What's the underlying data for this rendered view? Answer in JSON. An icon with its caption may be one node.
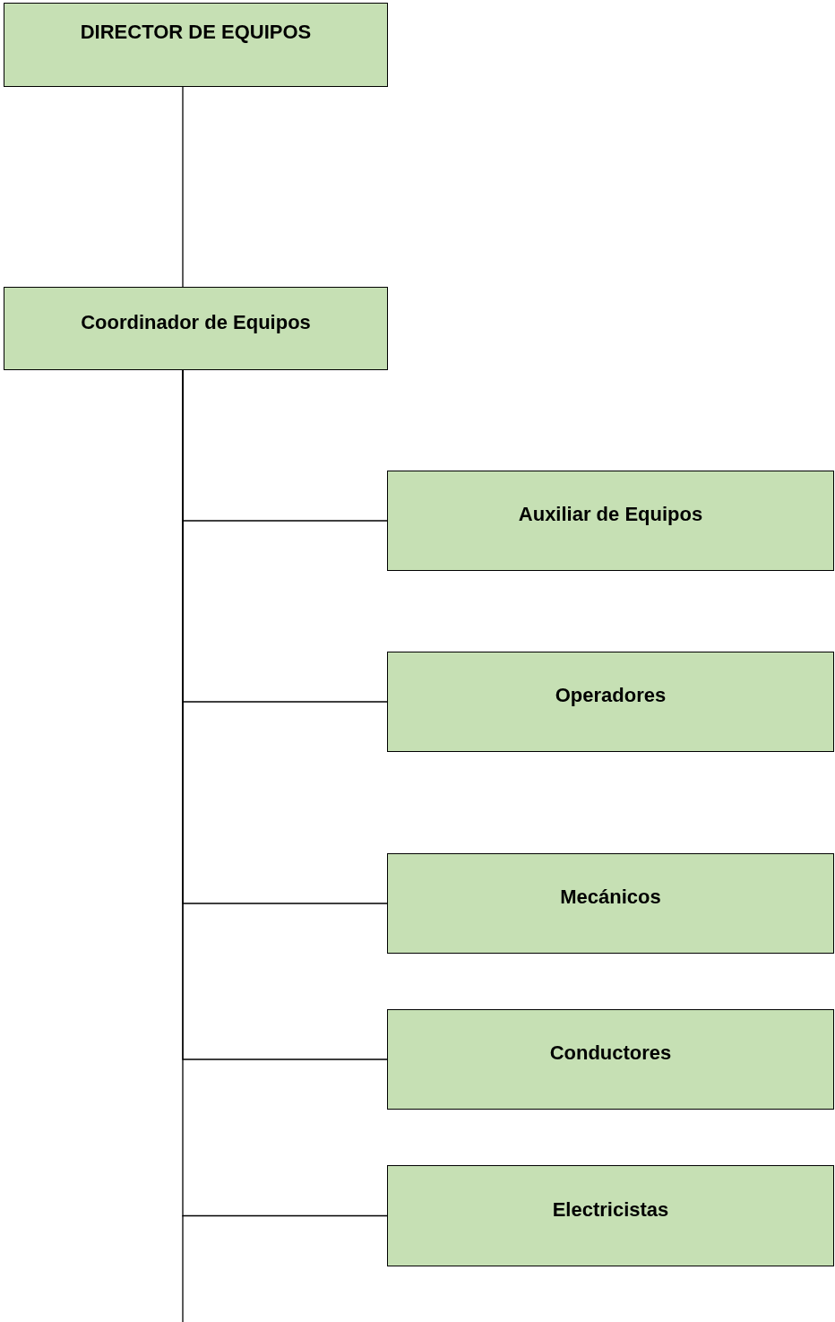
{
  "diagram": {
    "nodes": [
      {
        "text": [
          "DIRECTOR DE EQUIPOS"
        ]
      },
      {
        "text": [
          "Coordinador de Equipos"
        ]
      },
      {
        "text": [
          "Auxiliar de Equipos"
        ]
      },
      {
        "text": [
          "Operadores"
        ]
      },
      {
        "text": [
          "Mecánicos"
        ]
      },
      {
        "text": [
          "Conductores"
        ]
      },
      {
        "text": [
          "Electricistas"
        ]
      }
    ],
    "edges": [
      {
        "from": 0,
        "to": 1,
        "arrow": "none"
      },
      {
        "from": 1,
        "to": 2,
        "arrow": "none"
      },
      {
        "from": 1,
        "to": 3,
        "arrow": "none"
      },
      {
        "from": 1,
        "to": 4,
        "arrow": "none"
      },
      {
        "from": 1,
        "to": 5,
        "arrow": "none"
      },
      {
        "from": 1,
        "to": 6,
        "arrow": "none"
      }
    ]
  }
}
